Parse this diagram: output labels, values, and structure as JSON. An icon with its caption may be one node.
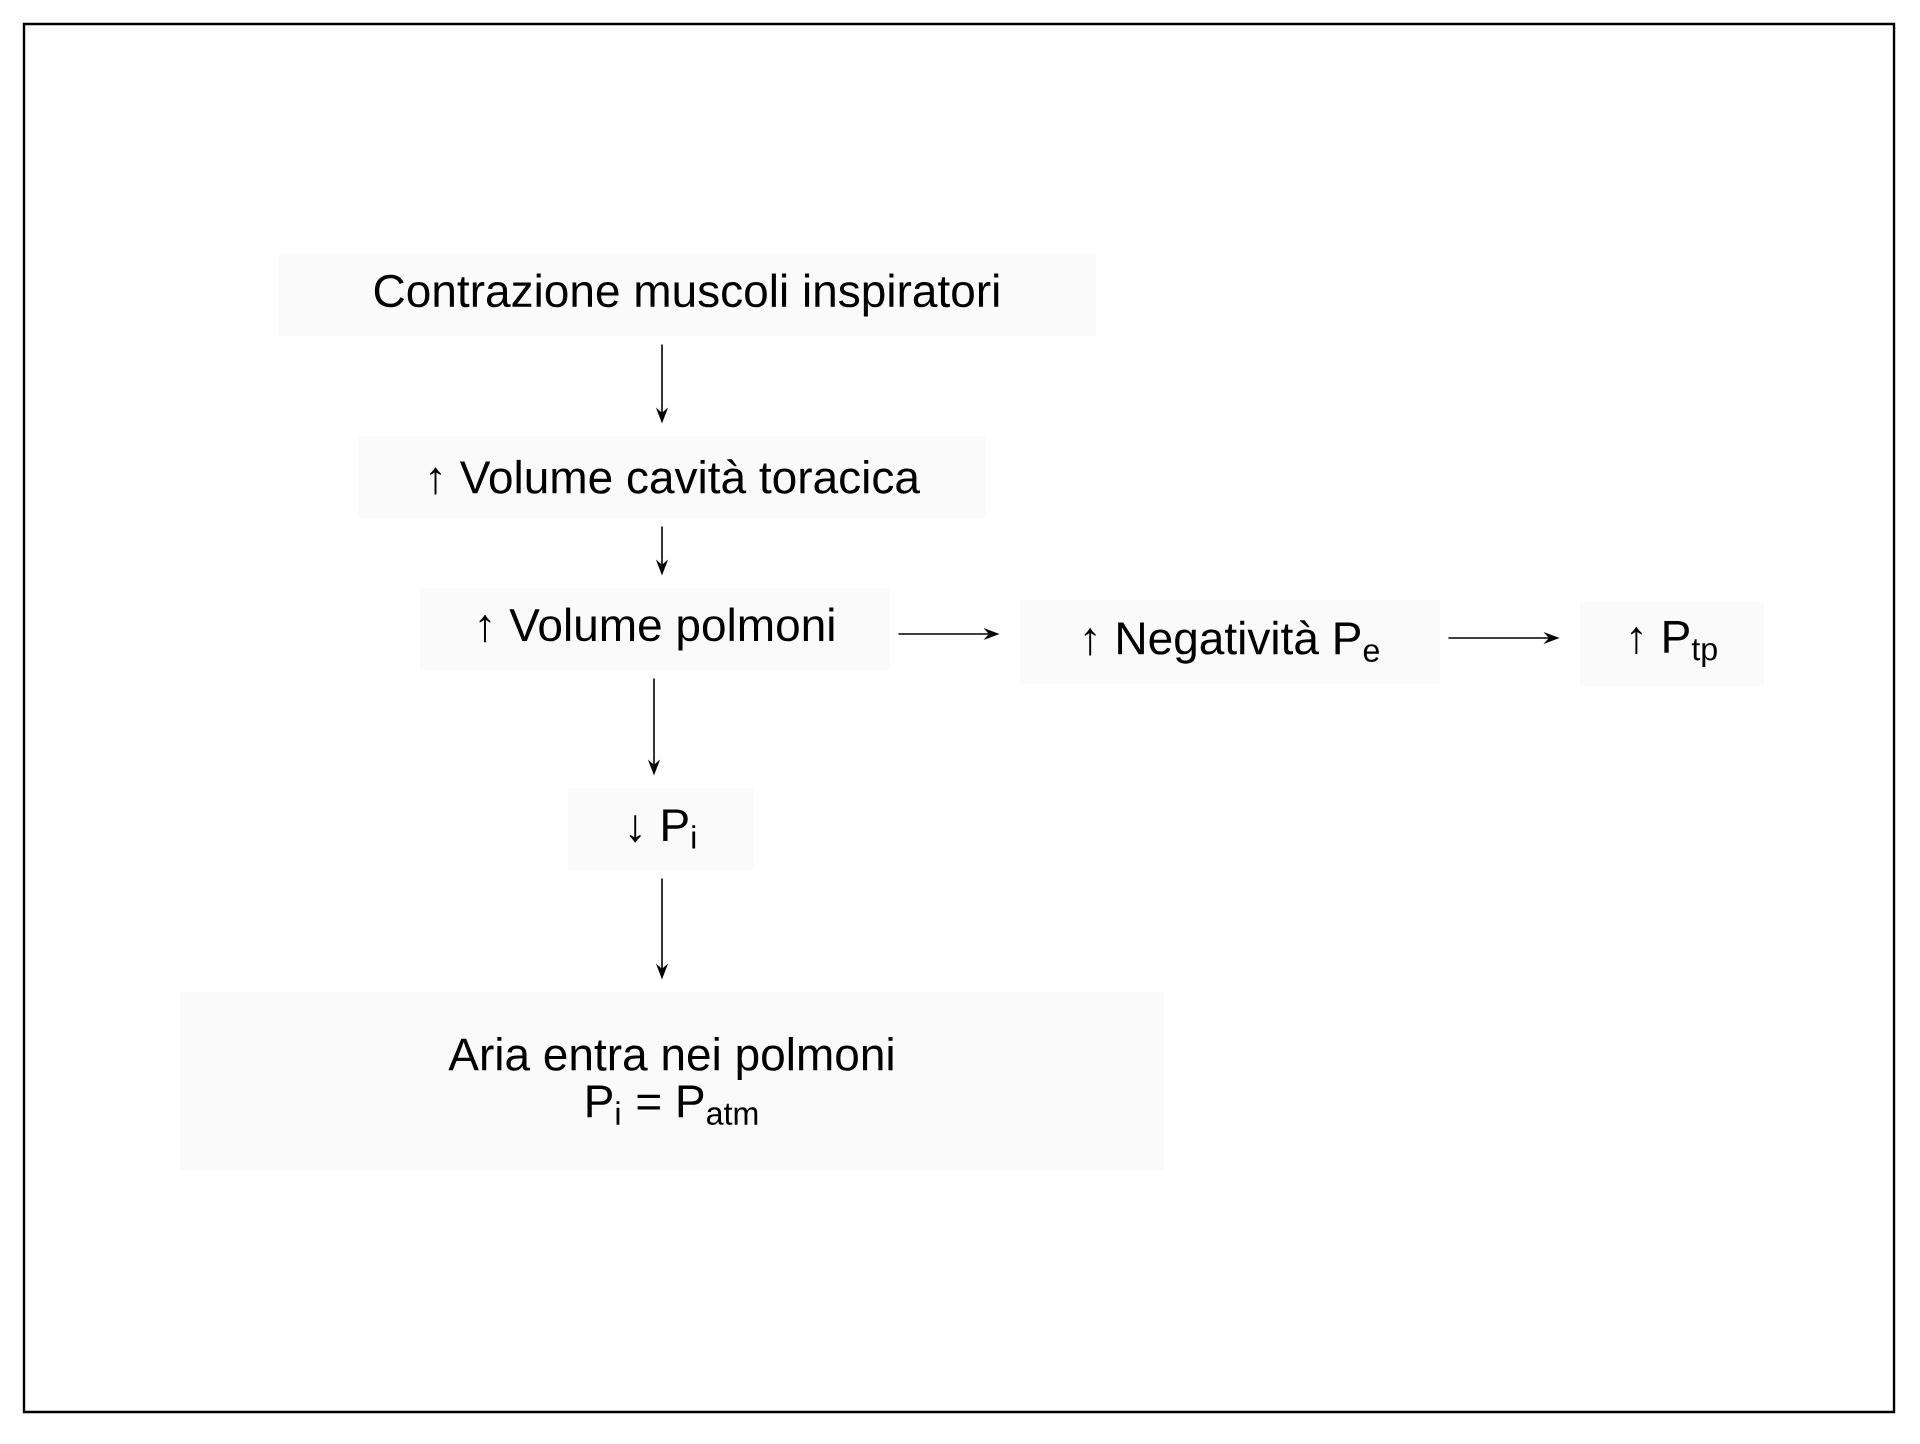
{
  "diagram": {
    "nodes": [
      {
        "text": [
          "Contrazione muscoli inspiratori"
        ]
      },
      {
        "text": [
          "↑ Volume cavità toracica"
        ]
      },
      {
        "text": [
          "↑ Volume polmoni"
        ]
      },
      {
        "text": [
          "↑ Negatività P$_{e}$"
        ]
      },
      {
        "text": [
          "↑ P$_{tp}$"
        ]
      },
      {
        "text": [
          "↓ P$_{i}$"
        ]
      },
      {
        "text": [
          "Aria entra nei polmoni",
          "P$_{i}$ = P$_{atm}$"
        ]
      }
    ],
    "edges": [
      {
        "from": 0,
        "to": 1,
        "arrow": "to"
      },
      {
        "from": 1,
        "to": 2,
        "arrow": "to"
      },
      {
        "from": 2,
        "to": 3,
        "arrow": "to"
      },
      {
        "from": 3,
        "to": 4,
        "arrow": "to"
      },
      {
        "from": 2,
        "to": 5,
        "arrow": "to"
      },
      {
        "from": 5,
        "to": 6,
        "arrow": "to"
      }
    ]
  }
}
